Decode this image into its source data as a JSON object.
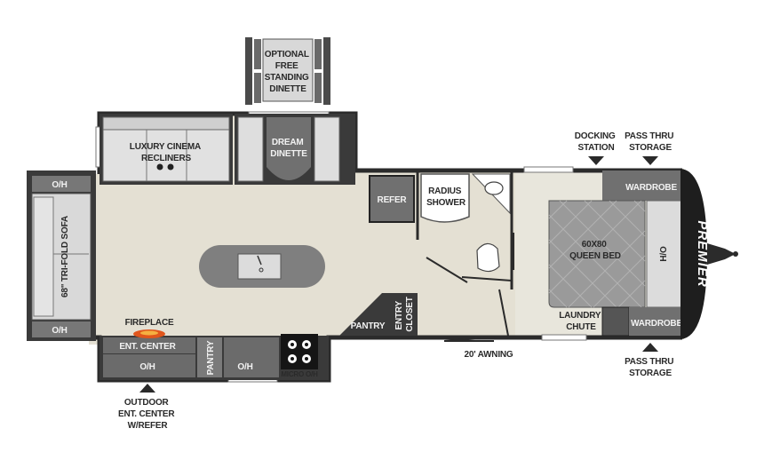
{
  "colors": {
    "floor": "#e4e0d3",
    "wall": "#2b2b2b",
    "cabinet": "#707070",
    "upholstery": "#dcdcdc",
    "bed": "#9a9a9a",
    "island": "#7f7f7f",
    "frame": "#1e1e1e",
    "fire": "#e0561c"
  },
  "labels": {
    "optional_dinette": [
      "OPTIONAL",
      "FREE",
      "STANDING",
      "DINETTE"
    ],
    "recliners": [
      "LUXURY CINEMA",
      "RECLINERS"
    ],
    "dream_dinette": [
      "DREAM",
      "DINETTE"
    ],
    "docking_station": [
      "DOCKING",
      "STATION"
    ],
    "pass_thru_top": [
      "PASS THRU",
      "STORAGE"
    ],
    "oh_top_left": "O/H",
    "sofa": "68\" TRI-FOLD SOFA",
    "oh_bottom_left": "O/H",
    "refer": "REFER",
    "shower": [
      "RADIUS",
      "SHOWER"
    ],
    "wardrobe_top": "WARDROBE",
    "bed": [
      "60X80",
      "QUEEN BED"
    ],
    "bed_oh": "H/O",
    "brand": "PREMIER",
    "fireplace": "FIREPLACE",
    "ent_center": "ENT. CENTER",
    "ent_oh": "O/H",
    "pantry_vertical": "PANTRY",
    "kitchen_oh": "O/H",
    "microwave": "MICRO O/H",
    "pantry": "PANTRY",
    "entry_closet": [
      "ENTRY",
      "CLOSET"
    ],
    "awning": "20' AWNING",
    "laundry": [
      "LAUNDRY",
      "CHUTE"
    ],
    "wardrobe_bottom": "WARDROBE",
    "pass_thru_bottom": [
      "PASS THRU",
      "STORAGE"
    ],
    "outdoor_ent": [
      "OUTDOOR",
      "ENT. CENTER",
      "W/REFER"
    ]
  }
}
